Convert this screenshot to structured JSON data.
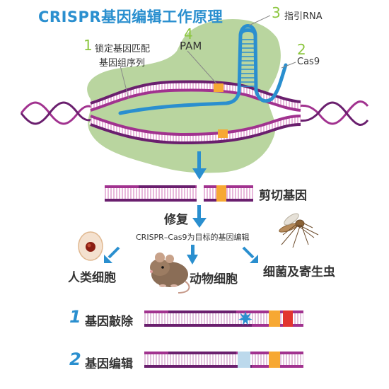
{
  "title": "CRISPR基因编辑工作原理",
  "callouts": [
    {
      "num": "1",
      "text_line1": "锁定基因匹配",
      "text_line2": "基因组序列"
    },
    {
      "num": "2",
      "text": "Cas9"
    },
    {
      "num": "3",
      "text": "指引RNA"
    },
    {
      "num": "4",
      "text": "PAM"
    }
  ],
  "steps": {
    "cut": "剪切基因",
    "repair": "修复",
    "target_note": "CRISPR–Cas9为目标的基因编辑"
  },
  "targets": {
    "human": "人类细胞",
    "animal": "动物细胞",
    "bacteria": "细菌及寄生虫"
  },
  "outcomes": [
    {
      "num": "1",
      "label": "基因敲除"
    },
    {
      "num": "2",
      "label": "基因编辑"
    }
  ],
  "colors": {
    "dna_dark": "#6a1f6e",
    "dna_mid": "#a1328f",
    "dna_light": "#e9b7dc",
    "rna_blue": "#2a8fcf",
    "cas9_green": "#b7d39a",
    "pam_orange": "#f7a833",
    "knockout_blue": "#5fb0e0",
    "accent_green": "#8cc63f",
    "mutation_red": "#e2352f"
  }
}
